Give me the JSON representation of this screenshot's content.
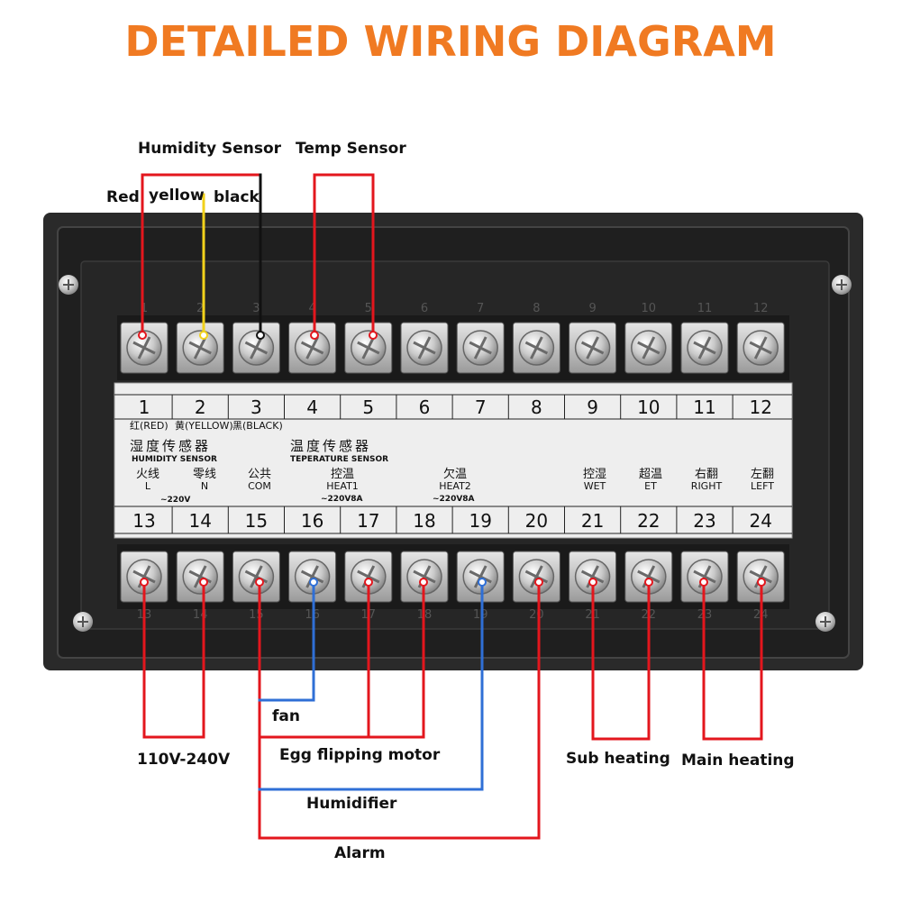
{
  "title": "DETAILED WIRING DIAGRAM",
  "colors": {
    "title": "#f07a22",
    "red_wire": "#e3161d",
    "yellow_wire": "#f2d21b",
    "black_wire": "#111111",
    "blue_wire": "#2f6fd6",
    "panel": "#262626",
    "label_plate": "#eeeeee"
  },
  "sensor_labels": {
    "humidity_sensor": "Humidity Sensor",
    "temp_sensor": "Temp Sensor",
    "red": "Red",
    "yellow": "yellow",
    "black": "black"
  },
  "device_labels": {
    "power": "110V-240V",
    "fan": "fan",
    "egg_motor": "Egg flipping motor",
    "humidifier": "Humidifier",
    "alarm": "Alarm",
    "sub_heating": "Sub heating",
    "main_heating": "Main heating"
  },
  "top_terminals": [
    "1",
    "2",
    "3",
    "4",
    "5",
    "6",
    "7",
    "8",
    "9",
    "10",
    "11",
    "12"
  ],
  "bottom_terminals": [
    "13",
    "14",
    "15",
    "16",
    "17",
    "18",
    "19",
    "20",
    "21",
    "22",
    "23",
    "24"
  ],
  "plate": {
    "sensor_colors": [
      "红(RED)",
      "黄(YELLOW)",
      "黑(BLACK)"
    ],
    "humidity_cn": "湿度传感器",
    "humidity_en": "HUMIDITY SENSOR",
    "temp_cn": "温度传感器",
    "temp_en": "TEPERATURE SENSOR",
    "live_cn": "火线",
    "live_en": "L",
    "neutral_cn": "零线",
    "neutral_en": "N",
    "com_cn": "公共",
    "com_en": "COM",
    "heat1_cn": "控温",
    "heat1_en": "HEAT1",
    "heat2_cn": "欠温",
    "heat2_en": "HEAT2",
    "wet_cn": "控湿",
    "wet_en": "WET",
    "et_cn": "超温",
    "et_en": "ET",
    "right_cn": "右翻",
    "right_en": "RIGHT",
    "left_cn": "左翻",
    "left_en": "LEFT",
    "supply": "~220V",
    "heat1_rating": "~220V8A",
    "heat2_rating": "~220V8A"
  }
}
